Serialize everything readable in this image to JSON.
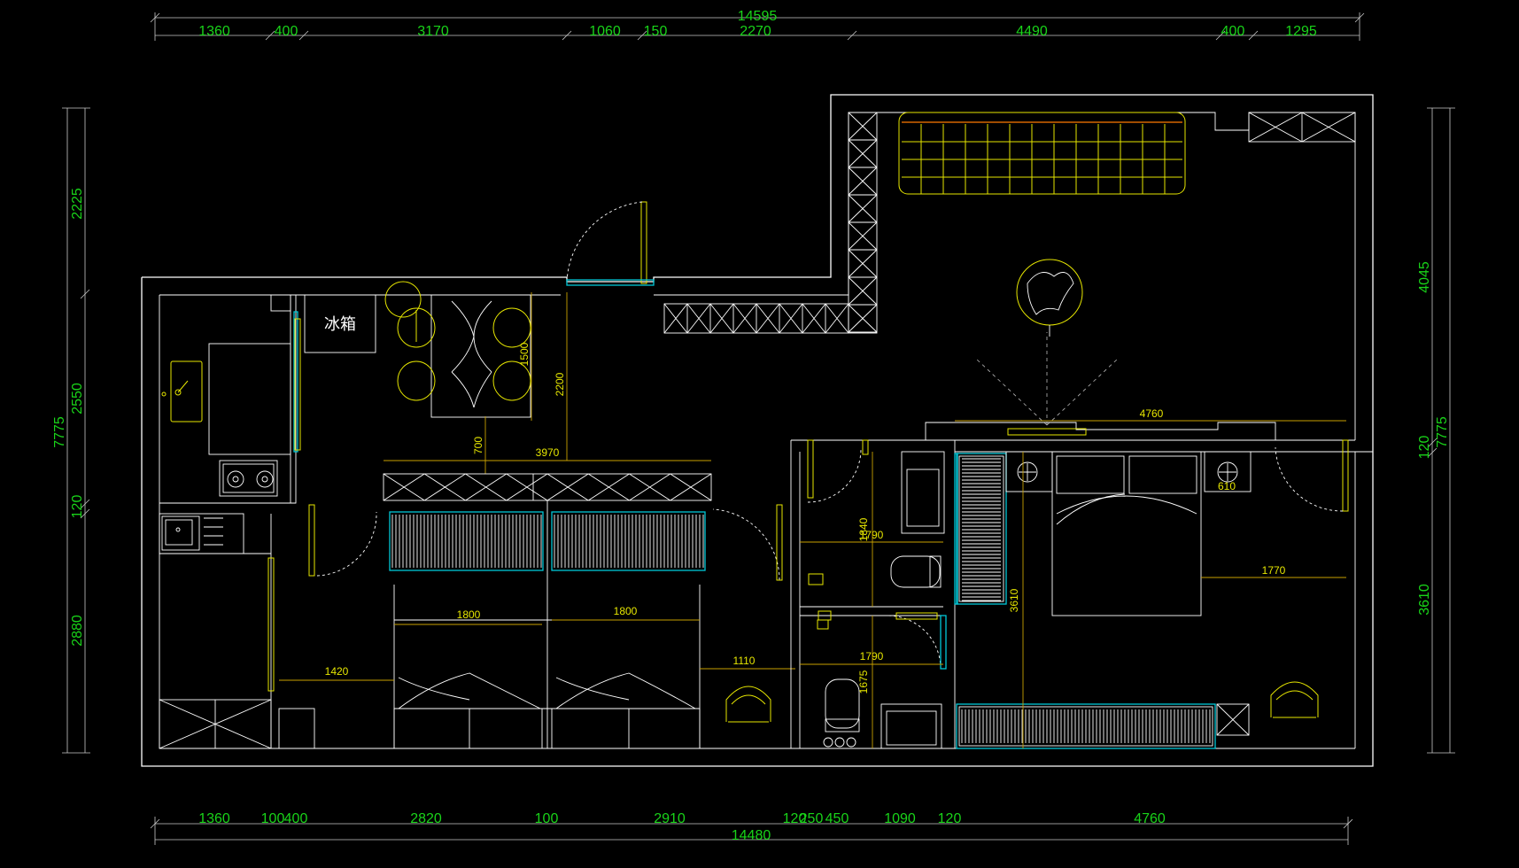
{
  "colors": {
    "background": "#000000",
    "wall": "#ffffff",
    "furniture": "#e6e600",
    "glass": "#00c8d8",
    "dimension_text": "#19d419",
    "inner_dimension_text": "#e6e600"
  },
  "top_dimensions": {
    "total": "14595",
    "segments": [
      "1360",
      "400",
      "3170",
      "1060",
      "150",
      "2270",
      "4490",
      "400",
      "1295"
    ]
  },
  "bottom_dimensions": {
    "total": "14480",
    "segments": [
      "1360",
      "100",
      "400",
      "2820",
      "100",
      "2910",
      "120",
      "250",
      "450",
      "1090",
      "120",
      "4760"
    ]
  },
  "left_dimensions": {
    "total": "7775",
    "segments": [
      "2225",
      "2550",
      "120",
      "2880"
    ]
  },
  "right_dimensions": {
    "total": "7775",
    "segments": [
      "4045",
      "120",
      "3610"
    ]
  },
  "room_labels": {
    "fridge": "冰箱"
  },
  "inner_dimensions": {
    "dining_depth": "1500",
    "dining_height": "2200",
    "counter_gap": "700",
    "counter_width": "3970",
    "bed_left": "1800",
    "bed_right": "1800",
    "hall_left": "1420",
    "desk_width": "1110",
    "bath_top": "1790",
    "bath_top_depth": "1840",
    "bath_bottom": "1790",
    "bath_bottom_depth": "1675",
    "master_width": "4760",
    "master_depth": "3610",
    "master_side": "1770",
    "nightstand": "610"
  },
  "icons": [
    "fridge-icon",
    "stove-icon",
    "sink-icon",
    "bed-icon",
    "toilet-icon",
    "chair-icon",
    "lamp-icon"
  ]
}
